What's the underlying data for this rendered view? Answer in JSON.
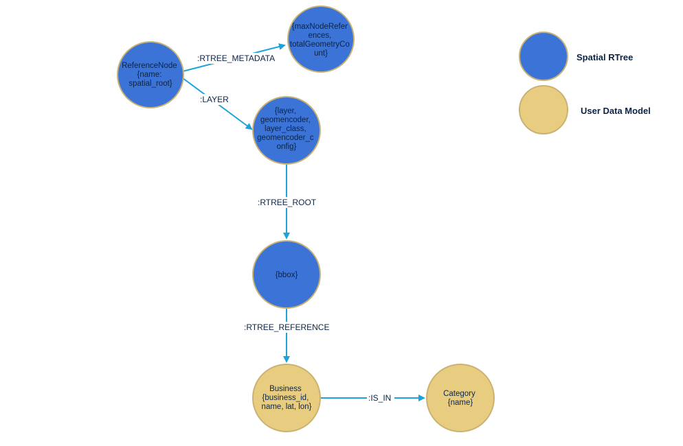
{
  "colors": {
    "spatial_fill": "#3b74d6",
    "user_fill": "#e8cd80",
    "node_stroke": "#c9b273",
    "edge": "#1ea3d8",
    "text": "#0b2346"
  },
  "nodes": {
    "reference_node": {
      "lines": [
        "ReferenceNode",
        "{name:",
        "spatial_root}"
      ],
      "kind": "spatial"
    },
    "metadata_node": {
      "lines": [
        "{maxNodeRefer",
        "ences,",
        "totalGeometryCo",
        "unt}"
      ],
      "kind": "spatial"
    },
    "layer_node": {
      "lines": [
        "{layer,",
        "geomencoder,",
        "layer_class,",
        "geomencoder_c",
        "onfig}"
      ],
      "kind": "spatial"
    },
    "bbox_node": {
      "lines": [
        "{bbox}"
      ],
      "kind": "spatial"
    },
    "business_node": {
      "lines": [
        "Business",
        "{business_id,",
        "name, lat, lon}"
      ],
      "kind": "user"
    },
    "category_node": {
      "lines": [
        "Category",
        "{name}"
      ],
      "kind": "user"
    }
  },
  "edges": {
    "rtree_metadata": {
      "label": ":RTREE_METADATA"
    },
    "layer": {
      "label": ":LAYER"
    },
    "rtree_root": {
      "label": ":RTREE_ROOT"
    },
    "rtree_reference": {
      "label": ":RTREE_REFERENCE"
    },
    "is_in": {
      "label": ":IS_IN"
    }
  },
  "legend": {
    "spatial": {
      "label": "Spatial RTree"
    },
    "user": {
      "label": "User Data Model"
    }
  }
}
